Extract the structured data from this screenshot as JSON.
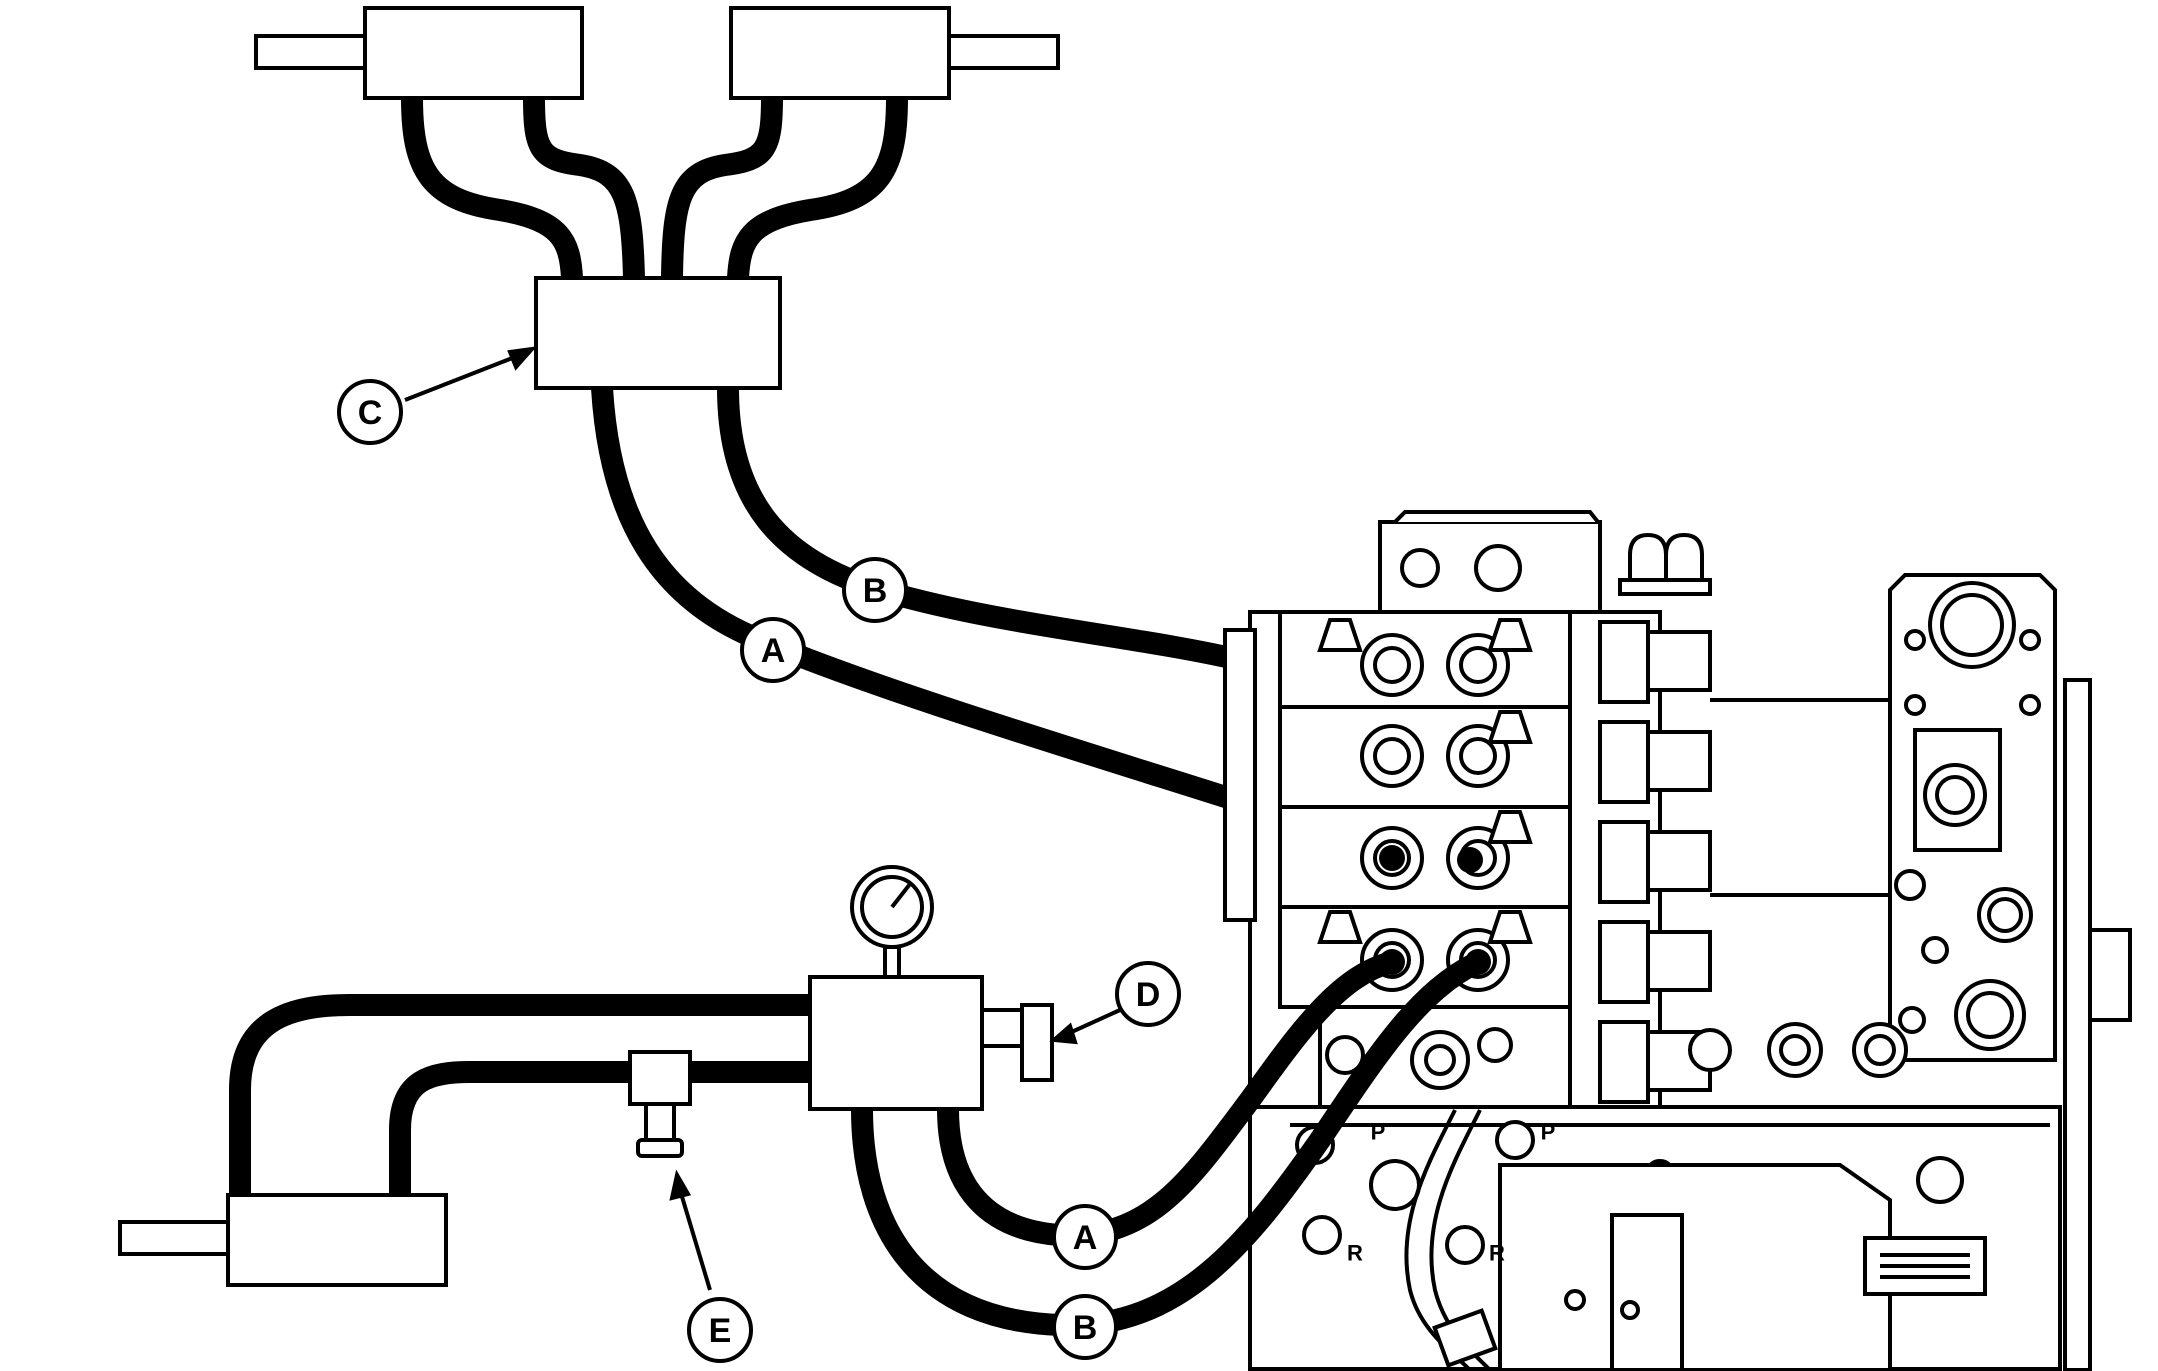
{
  "callouts": {
    "a_upper": "A",
    "b_upper": "B",
    "a_lower": "A",
    "b_lower": "B",
    "c": "C",
    "d": "D",
    "e": "E"
  },
  "port_labels": {
    "p_left": "P",
    "p_right": "P",
    "r_left": "R",
    "r_right": "R"
  },
  "colors": {
    "line": "#000000",
    "background": "#ffffff"
  }
}
